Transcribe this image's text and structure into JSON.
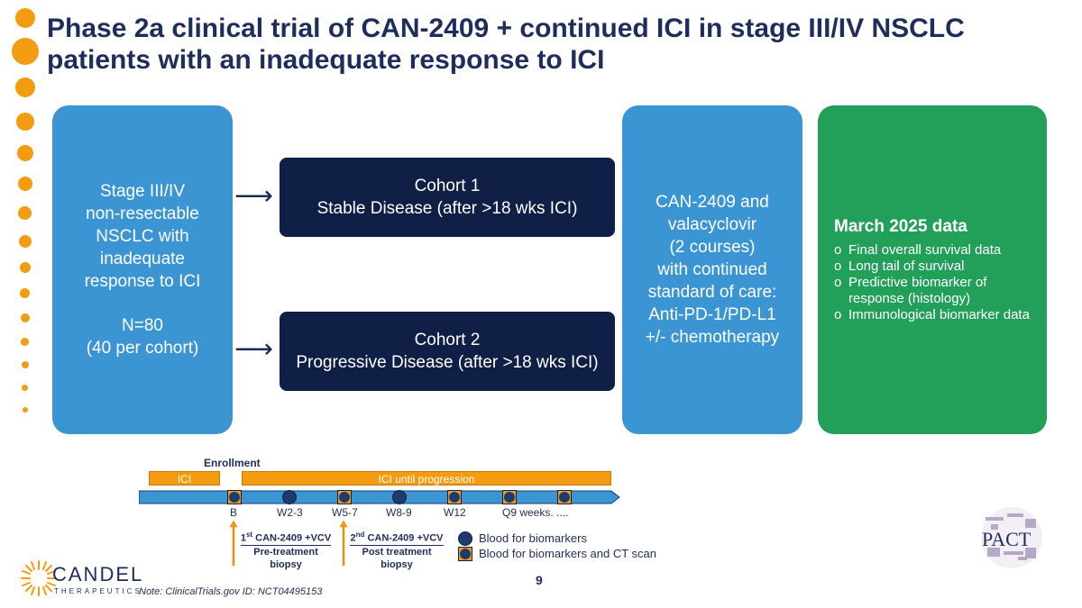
{
  "title": "Phase 2a clinical trial of CAN-2409 + continued ICI in stage III/IV NSCLC patients with an inadequate response to ICI",
  "left_box": {
    "lines": [
      "Stage III/IV",
      "non-resectable",
      "NSCLC with",
      "inadequate",
      "response to ICI"
    ],
    "n_lines": [
      "N=80",
      "(40 per cohort)"
    ]
  },
  "cohort1": {
    "title": "Cohort 1",
    "subtitle": "Stable Disease (after >18 wks ICI)"
  },
  "cohort2": {
    "title": "Cohort 2",
    "subtitle": "Progressive Disease (after >18 wks ICI)"
  },
  "treatment_box": {
    "lines": [
      "CAN-2409 and",
      "valacyclovir",
      "(2 courses)",
      "with continued",
      "standard of care:",
      "Anti-PD-1/PD-L1",
      "+/- chemotherapy"
    ]
  },
  "data_box": {
    "heading": "March 2025 data",
    "bullet_symbol": "o",
    "items": [
      "Final overall survival data",
      "Long tail of survival",
      "Predictive biomarker of response (histology)",
      "Immunological biomarker data"
    ]
  },
  "timeline": {
    "enrollment": "Enrollment",
    "ici": "ICI",
    "ici_until": "ICI  until progression",
    "ticks": [
      "B",
      "W2-3",
      "W5-7",
      "W8-9",
      "W12",
      "Q9 weeks. ...."
    ],
    "vcv1": {
      "ord": "1",
      "sup": "st",
      "rest": " CAN-2409 +VCV",
      "line2": "Pre-treatment",
      "line3": "biopsy"
    },
    "vcv2": {
      "ord": "2",
      "sup": "nd",
      "rest": " CAN-2409 +VCV",
      "line2": "Post treatment",
      "line3": "biopsy"
    }
  },
  "legend": {
    "item1": "Blood for biomarkers",
    "item2": "Blood for biomarkers and CT scan"
  },
  "page_number": "9",
  "note": "Note: ClinicalTrials.gov ID: NCT04495153",
  "logo": {
    "name": "CANDEL",
    "sub": "THERAPEUTICS"
  },
  "pact_logo": "PACT",
  "colors": {
    "navy": "#0f1f45",
    "blue": "#3b95d3",
    "green": "#22a05a",
    "orange": "#f39c12",
    "title": "#1f2d5a"
  }
}
